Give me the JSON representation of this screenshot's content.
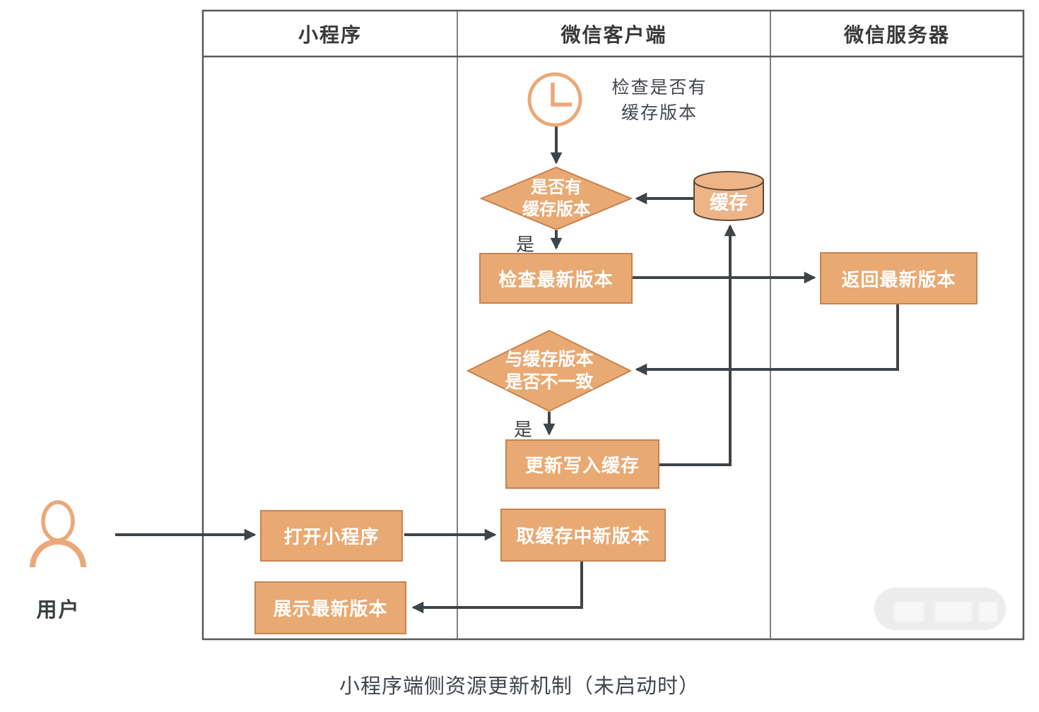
{
  "diagram": {
    "columns": [
      {
        "label": "小程序"
      },
      {
        "label": "微信客户端"
      },
      {
        "label": "微信服务器"
      }
    ],
    "nodes": {
      "clock_note": "检查是否有\n缓存版本",
      "diamond_has_cache": "是否有\n缓存版本",
      "cache_store": "缓存",
      "check_latest": "检查最新版本",
      "return_latest": "返回最新版本",
      "diamond_inconsistent": "与缓存版本\n是否不一致",
      "update_cache": "更新写入缓存",
      "open_miniprogram": "打开小程序",
      "get_cache_version": "取缓存中新版本",
      "show_latest": "展示最新版本"
    },
    "edge_labels": {
      "yes_1": "是",
      "yes_2": "是"
    },
    "actor": {
      "label": "用户"
    },
    "caption": "小程序端侧资源更新机制（未启动时）",
    "colors": {
      "node_fill": "#E9A972",
      "node_border": "#C8834E",
      "cylinder_fill": "#EDB488",
      "cylinder_border": "#5E4936",
      "accent_outline": "#EBA878",
      "connector": "#3F4448",
      "grid": "#58595B",
      "text_dark": "#3C4043"
    }
  }
}
